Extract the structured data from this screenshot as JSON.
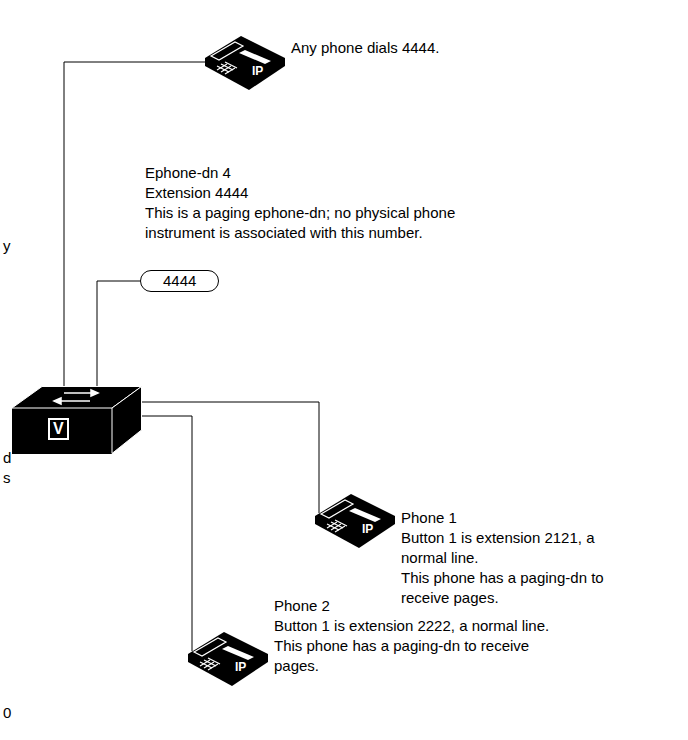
{
  "diagram": {
    "nodes": [
      {
        "text": [
          "Any phone dials 4444."
        ]
      },
      {
        "text": [
          "V"
        ]
      },
      {
        "text": [
          "4444"
        ]
      },
      {
        "text": [
          "Phone 1",
          "Button 1 is extension 2121, a normal line.",
          "This phone has a paging-dn to receive pages."
        ]
      },
      {
        "text": [
          "Phone 2",
          "Button 1 is extension 2222, a normal line.",
          "This phone has a paging-dn to receive pages."
        ]
      }
    ],
    "edges": [
      {
        "from": 1,
        "to": 0,
        "arrow": "none"
      },
      {
        "from": 1,
        "to": 2,
        "arrow": "none"
      },
      {
        "from": 1,
        "to": 3,
        "arrow": "none"
      },
      {
        "from": 1,
        "to": 4,
        "arrow": "none"
      }
    ],
    "labels": [
      "Ephone-dn 4",
      "Extension 4444",
      "This is a paging ephone-dn; no physical phone instrument is associated with this number.",
      "IP",
      "IP",
      "IP",
      "y",
      "d",
      "s",
      "0"
    ]
  }
}
